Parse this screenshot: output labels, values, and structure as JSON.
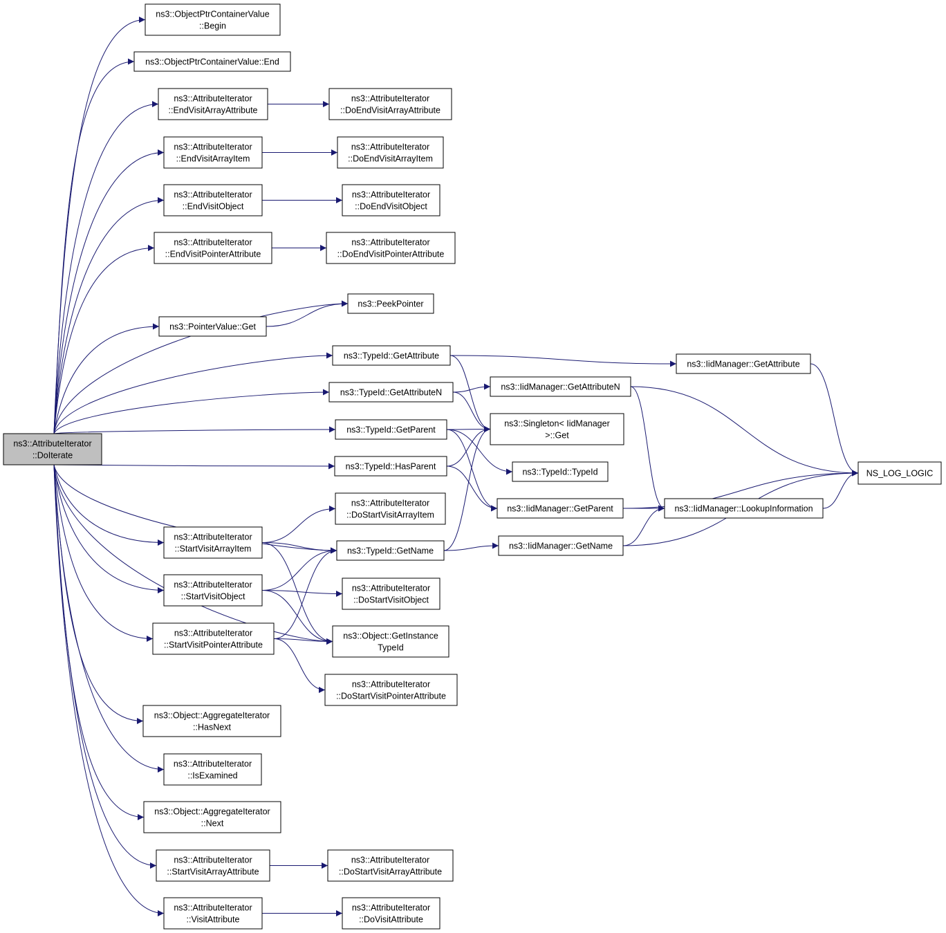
{
  "colors": {
    "edge": "#191970",
    "root_fill": "#bfbfbf",
    "node_fill": "#ffffff",
    "border": "#000000"
  },
  "nodes": {
    "doiterate": [
      "ns3::AttributeIterator",
      "::DoIterate"
    ],
    "opcv_begin": [
      "ns3::ObjectPtrContainerValue",
      "::Begin"
    ],
    "opcv_end": [
      "ns3::ObjectPtrContainerValue::End"
    ],
    "end_visit_array_attr": [
      "ns3::AttributeIterator",
      "::EndVisitArrayAttribute"
    ],
    "do_end_array_attr": [
      "ns3::AttributeIterator",
      "::DoEndVisitArrayAttribute"
    ],
    "end_visit_array_item": [
      "ns3::AttributeIterator",
      "::EndVisitArrayItem"
    ],
    "do_end_array_item": [
      "ns3::AttributeIterator",
      "::DoEndVisitArrayItem"
    ],
    "end_visit_object": [
      "ns3::AttributeIterator",
      "::EndVisitObject"
    ],
    "do_end_object": [
      "ns3::AttributeIterator",
      "::DoEndVisitObject"
    ],
    "end_visit_ptr_attr": [
      "ns3::AttributeIterator",
      "::EndVisitPointerAttribute"
    ],
    "do_end_ptr_attr": [
      "ns3::AttributeIterator",
      "::DoEndVisitPointerAttribute"
    ],
    "peek_pointer": [
      "ns3::PeekPointer"
    ],
    "pointer_value_get": [
      "ns3::PointerValue::Get"
    ],
    "typeid_get_attribute": [
      "ns3::TypeId::GetAttribute"
    ],
    "iid_get_attribute": [
      "ns3::IidManager::GetAttribute"
    ],
    "typeid_get_attr_n": [
      "ns3::TypeId::GetAttributeN"
    ],
    "iid_get_attr_n": [
      "ns3::IidManager::GetAttributeN"
    ],
    "singleton_get": [
      "ns3::Singleton< IidManager",
      ">::Get"
    ],
    "typeid_get_parent": [
      "ns3::TypeId::GetParent"
    ],
    "typeid_typeid": [
      "ns3::TypeId::TypeId"
    ],
    "typeid_has_parent": [
      "ns3::TypeId::HasParent"
    ],
    "ns_log_logic": [
      "NS_LOG_LOGIC"
    ],
    "iid_get_parent": [
      "ns3::IidManager::GetParent"
    ],
    "iid_lookup": [
      "ns3::IidManager::LookupInformation"
    ],
    "do_start_array_item": [
      "ns3::AttributeIterator",
      "::DoStartVisitArrayItem"
    ],
    "start_visit_array_item": [
      "ns3::AttributeIterator",
      "::StartVisitArrayItem"
    ],
    "typeid_get_name": [
      "ns3::TypeId::GetName"
    ],
    "iid_get_name": [
      "ns3::IidManager::GetName"
    ],
    "start_visit_object": [
      "ns3::AttributeIterator",
      "::StartVisitObject"
    ],
    "do_start_object": [
      "ns3::AttributeIterator",
      "::DoStartVisitObject"
    ],
    "start_visit_ptr_attr": [
      "ns3::AttributeIterator",
      "::StartVisitPointerAttribute"
    ],
    "object_get_instance_typeid": [
      "ns3::Object::GetInstance",
      "TypeId"
    ],
    "do_start_ptr_attr": [
      "ns3::AttributeIterator",
      "::DoStartVisitPointerAttribute"
    ],
    "agg_has_next": [
      "ns3::Object::AggregateIterator",
      "::HasNext"
    ],
    "is_examined": [
      "ns3::AttributeIterator",
      "::IsExamined"
    ],
    "agg_next": [
      "ns3::Object::AggregateIterator",
      "::Next"
    ],
    "start_visit_array_attr": [
      "ns3::AttributeIterator",
      "::StartVisitArrayAttribute"
    ],
    "do_start_array_attr": [
      "ns3::AttributeIterator",
      "::DoStartVisitArrayAttribute"
    ],
    "visit_attribute": [
      "ns3::AttributeIterator",
      "::VisitAttribute"
    ],
    "do_visit_attribute": [
      "ns3::AttributeIterator",
      "::DoVisitAttribute"
    ]
  },
  "edges": [
    [
      "doiterate",
      "opcv_begin"
    ],
    [
      "doiterate",
      "opcv_end"
    ],
    [
      "doiterate",
      "end_visit_array_attr"
    ],
    [
      "doiterate",
      "end_visit_array_item"
    ],
    [
      "doiterate",
      "end_visit_object"
    ],
    [
      "doiterate",
      "end_visit_ptr_attr"
    ],
    [
      "doiterate",
      "peek_pointer"
    ],
    [
      "doiterate",
      "pointer_value_get"
    ],
    [
      "doiterate",
      "typeid_get_attribute"
    ],
    [
      "doiterate",
      "typeid_get_attr_n"
    ],
    [
      "doiterate",
      "typeid_get_parent"
    ],
    [
      "doiterate",
      "typeid_has_parent"
    ],
    [
      "doiterate",
      "typeid_get_name"
    ],
    [
      "doiterate",
      "start_visit_array_item"
    ],
    [
      "doiterate",
      "start_visit_object"
    ],
    [
      "doiterate",
      "start_visit_ptr_attr"
    ],
    [
      "doiterate",
      "object_get_instance_typeid"
    ],
    [
      "doiterate",
      "agg_has_next"
    ],
    [
      "doiterate",
      "is_examined"
    ],
    [
      "doiterate",
      "agg_next"
    ],
    [
      "doiterate",
      "start_visit_array_attr"
    ],
    [
      "doiterate",
      "visit_attribute"
    ],
    [
      "end_visit_array_attr",
      "do_end_array_attr"
    ],
    [
      "end_visit_array_item",
      "do_end_array_item"
    ],
    [
      "end_visit_object",
      "do_end_object"
    ],
    [
      "end_visit_ptr_attr",
      "do_end_ptr_attr"
    ],
    [
      "pointer_value_get",
      "peek_pointer"
    ],
    [
      "typeid_get_attribute",
      "iid_get_attribute"
    ],
    [
      "typeid_get_attribute",
      "singleton_get"
    ],
    [
      "iid_get_attribute",
      "ns_log_logic"
    ],
    [
      "typeid_get_attr_n",
      "iid_get_attr_n"
    ],
    [
      "typeid_get_attr_n",
      "singleton_get"
    ],
    [
      "iid_get_attr_n",
      "ns_log_logic"
    ],
    [
      "iid_get_attr_n",
      "iid_lookup"
    ],
    [
      "typeid_get_parent",
      "singleton_get"
    ],
    [
      "typeid_get_parent",
      "typeid_typeid"
    ],
    [
      "typeid_get_parent",
      "iid_get_parent"
    ],
    [
      "typeid_has_parent",
      "singleton_get"
    ],
    [
      "typeid_has_parent",
      "iid_get_parent"
    ],
    [
      "iid_get_parent",
      "iid_lookup"
    ],
    [
      "iid_get_parent",
      "ns_log_logic"
    ],
    [
      "iid_lookup",
      "ns_log_logic"
    ],
    [
      "typeid_get_name",
      "singleton_get"
    ],
    [
      "typeid_get_name",
      "iid_get_name"
    ],
    [
      "iid_get_name",
      "iid_lookup"
    ],
    [
      "iid_get_name",
      "ns_log_logic"
    ],
    [
      "start_visit_array_item",
      "do_start_array_item"
    ],
    [
      "start_visit_array_item",
      "typeid_get_name"
    ],
    [
      "start_visit_array_item",
      "object_get_instance_typeid"
    ],
    [
      "start_visit_object",
      "typeid_get_name"
    ],
    [
      "start_visit_object",
      "do_start_object"
    ],
    [
      "start_visit_object",
      "object_get_instance_typeid"
    ],
    [
      "start_visit_ptr_attr",
      "typeid_get_name"
    ],
    [
      "start_visit_ptr_attr",
      "object_get_instance_typeid"
    ],
    [
      "start_visit_ptr_attr",
      "do_start_ptr_attr"
    ],
    [
      "start_visit_array_attr",
      "do_start_array_attr"
    ],
    [
      "visit_attribute",
      "do_visit_attribute"
    ]
  ]
}
